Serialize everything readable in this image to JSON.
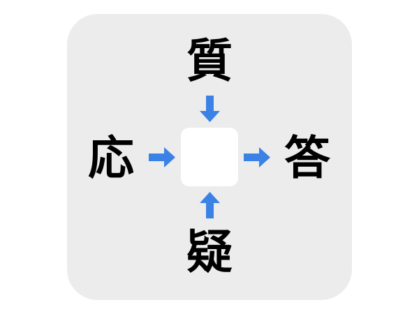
{
  "puzzle": {
    "type": "kanji-crossword",
    "top_char": "質",
    "left_char": "応",
    "right_char": "答",
    "bottom_char": "疑",
    "center_answer": ""
  },
  "colors": {
    "background": "#ffffff",
    "panel": "#ececec",
    "answer_box": "#ffffff",
    "arrow": "#3b82e6",
    "text": "#000000"
  },
  "icons": {
    "top_arrow": "arrow-down-icon",
    "left_arrow": "arrow-right-icon",
    "right_arrow": "arrow-right-icon",
    "bottom_arrow": "arrow-up-icon"
  }
}
